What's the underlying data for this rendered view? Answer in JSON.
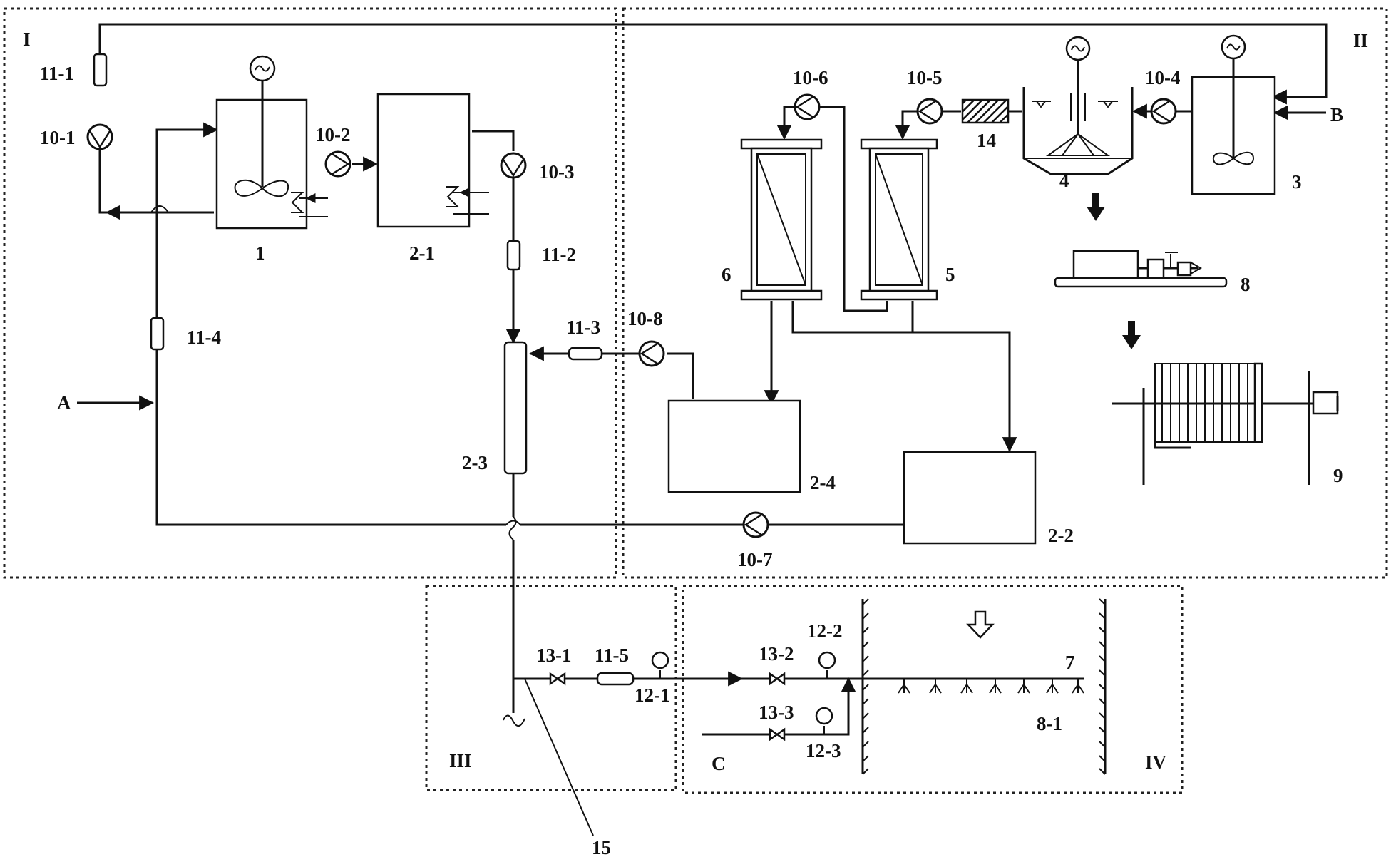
{
  "regions": {
    "I": "I",
    "II": "II",
    "III": "III",
    "IV": "IV"
  },
  "inputs": {
    "A": "A",
    "B": "B",
    "C": "C"
  },
  "units": {
    "u1": "1",
    "u2_1": "2-1",
    "u2_2": "2-2",
    "u2_3": "2-3",
    "u2_4": "2-4",
    "u3": "3",
    "u4": "4",
    "u5": "5",
    "u6": "6",
    "u7": "7",
    "u8": "8",
    "u8_1": "8-1",
    "u9": "9",
    "u14": "14",
    "u15": "15"
  },
  "pumps": {
    "p10_1": "10-1",
    "p10_2": "10-2",
    "p10_3": "10-3",
    "p10_4": "10-4",
    "p10_5": "10-5",
    "p10_6": "10-6",
    "p10_7": "10-7",
    "p10_8": "10-8"
  },
  "flowmeters": {
    "f11_1": "11-1",
    "f11_2": "11-2",
    "f11_3": "11-3",
    "f11_4": "11-4",
    "f11_5": "11-5"
  },
  "gauges": {
    "g12_1": "12-1",
    "g12_2": "12-2",
    "g12_3": "12-3"
  },
  "valves": {
    "v13_1": "13-1",
    "v13_2": "13-2",
    "v13_3": "13-3"
  }
}
